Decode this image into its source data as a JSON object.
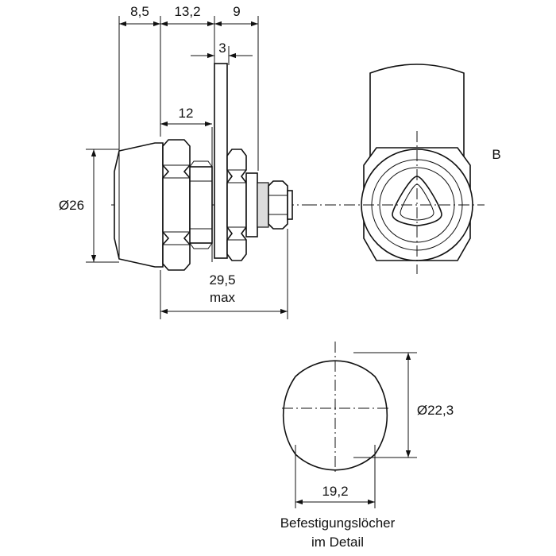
{
  "dimensions": {
    "d_8_5": "8,5",
    "d_13_2": "13,2",
    "d_9": "9",
    "d_3": "3",
    "d_12": "12",
    "d_26": "Ø26",
    "d_29_5": "29,5",
    "d_max": "max",
    "d_22_3": "Ø22,3",
    "d_19_2": "19,2"
  },
  "labels": {
    "view_b": "B",
    "caption_line1": "Befestigungslöcher",
    "caption_line2": "im Detail"
  }
}
